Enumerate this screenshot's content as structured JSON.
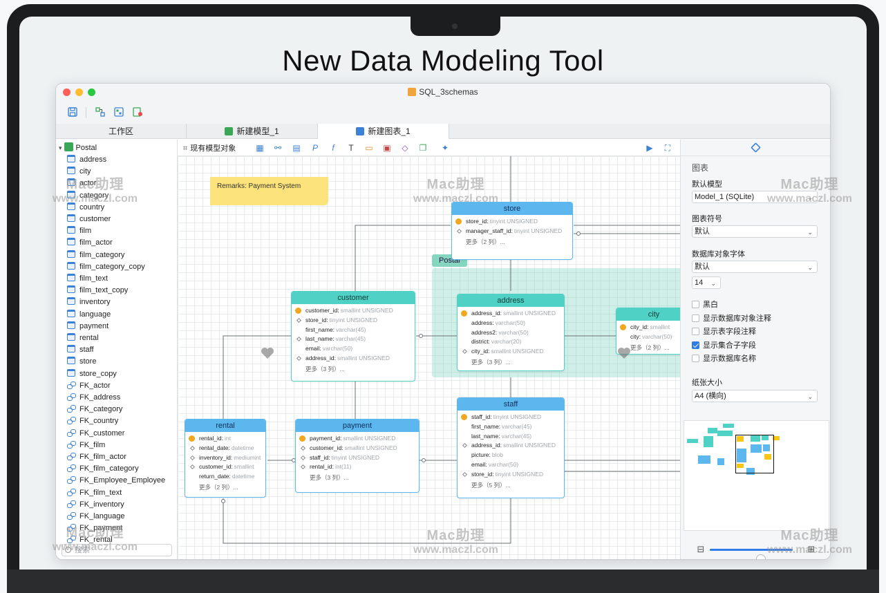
{
  "promo": {
    "title": "New Data Modeling Tool"
  },
  "window": {
    "title": "SQL_3schemas"
  },
  "tabs": [
    {
      "label": "工作区"
    },
    {
      "label": "新建模型_1"
    },
    {
      "label": "新建图表_1"
    }
  ],
  "sidebar": {
    "root": "Postal",
    "items": [
      {
        "label": "address",
        "kind": "table"
      },
      {
        "label": "city",
        "kind": "table"
      },
      {
        "label": "actor",
        "kind": "table"
      },
      {
        "label": "category",
        "kind": "table"
      },
      {
        "label": "country",
        "kind": "table"
      },
      {
        "label": "customer",
        "kind": "table"
      },
      {
        "label": "film",
        "kind": "table"
      },
      {
        "label": "film_actor",
        "kind": "table"
      },
      {
        "label": "film_category",
        "kind": "table"
      },
      {
        "label": "film_category_copy",
        "kind": "table"
      },
      {
        "label": "film_text",
        "kind": "table"
      },
      {
        "label": "film_text_copy",
        "kind": "table"
      },
      {
        "label": "inventory",
        "kind": "table"
      },
      {
        "label": "language",
        "kind": "table"
      },
      {
        "label": "payment",
        "kind": "table"
      },
      {
        "label": "rental",
        "kind": "table"
      },
      {
        "label": "staff",
        "kind": "table"
      },
      {
        "label": "store",
        "kind": "table"
      },
      {
        "label": "store_copy",
        "kind": "table"
      },
      {
        "label": "FK_actor",
        "kind": "fk"
      },
      {
        "label": "FK_address",
        "kind": "fk"
      },
      {
        "label": "FK_category",
        "kind": "fk"
      },
      {
        "label": "FK_country",
        "kind": "fk"
      },
      {
        "label": "FK_customer",
        "kind": "fk"
      },
      {
        "label": "FK_film",
        "kind": "fk"
      },
      {
        "label": "FK_film_actor",
        "kind": "fk"
      },
      {
        "label": "FK_film_category",
        "kind": "fk"
      },
      {
        "label": "FK_Employee_Employee",
        "kind": "fk"
      },
      {
        "label": "FK_film_text",
        "kind": "fk"
      },
      {
        "label": "FK_inventory",
        "kind": "fk"
      },
      {
        "label": "FK_language",
        "kind": "fk"
      },
      {
        "label": "FK_payment",
        "kind": "fk"
      },
      {
        "label": "FK_rental",
        "kind": "fk"
      }
    ],
    "search_placeholder": "搜索"
  },
  "canvas_toolbar": {
    "existing_model": "现有模型对象"
  },
  "note": {
    "text": "Remarks: Payment System"
  },
  "group": {
    "label": "Postal"
  },
  "entities": {
    "store": {
      "name": "store",
      "cols": [
        {
          "name": "store_id:",
          "type": "tinyint UNSIGNED",
          "key": "pk"
        },
        {
          "name": "manager_staff_id:",
          "type": "tinyint UNSIGNED",
          "key": "fk"
        }
      ],
      "more": "更多（2 列）..."
    },
    "customer": {
      "name": "customer",
      "cols": [
        {
          "name": "customer_id:",
          "type": "smallint UNSIGNED",
          "key": "pk"
        },
        {
          "name": "store_id:",
          "type": "tinyint UNSIGNED",
          "key": "fk"
        },
        {
          "name": "first_name:",
          "type": "varchar(45)",
          "key": ""
        },
        {
          "name": "last_name:",
          "type": "varchar(45)",
          "key": "fk"
        },
        {
          "name": "email:",
          "type": "varchar(50)",
          "key": ""
        },
        {
          "name": "address_id:",
          "type": "smallint UNSIGNED",
          "key": "fk"
        }
      ],
      "more": "更多（3 列）..."
    },
    "address": {
      "name": "address",
      "cols": [
        {
          "name": "address_id:",
          "type": "smallint UNSIGNED",
          "key": "pk"
        },
        {
          "name": "address:",
          "type": "varchar(50)",
          "key": ""
        },
        {
          "name": "address2:",
          "type": "varchar(50)",
          "key": ""
        },
        {
          "name": "district:",
          "type": "varchar(20)",
          "key": ""
        },
        {
          "name": "city_id:",
          "type": "smallint UNSIGNED",
          "key": "fk"
        }
      ],
      "more": "更多（3 列）..."
    },
    "city": {
      "name": "city",
      "cols": [
        {
          "name": "city_id:",
          "type": "smallint",
          "key": "pk"
        },
        {
          "name": "city:",
          "type": "varchar(50)",
          "key": ""
        }
      ],
      "more": "更多（2 列）..."
    },
    "rental": {
      "name": "rental",
      "cols": [
        {
          "name": "rental_id:",
          "type": "int",
          "key": "pk"
        },
        {
          "name": "rental_date:",
          "type": "datetime",
          "key": "fk"
        },
        {
          "name": "inventory_id:",
          "type": "mediumint",
          "key": "fk"
        },
        {
          "name": "customer_id:",
          "type": "smallint",
          "key": "fk"
        },
        {
          "name": "return_date:",
          "type": "datetime",
          "key": ""
        }
      ],
      "more": "更多（2 列）..."
    },
    "payment": {
      "name": "payment",
      "cols": [
        {
          "name": "payment_id:",
          "type": "smallint UNSIGNED",
          "key": "pk"
        },
        {
          "name": "customer_id:",
          "type": "smallint UNSIGNED",
          "key": "fk"
        },
        {
          "name": "staff_id:",
          "type": "tinyint UNSIGNED",
          "key": "fk"
        },
        {
          "name": "rental_id:",
          "type": "int(11)",
          "key": "fk"
        }
      ],
      "more": "更多（3 列）..."
    },
    "staff": {
      "name": "staff",
      "cols": [
        {
          "name": "staff_id:",
          "type": "tinyint UNSIGNED",
          "key": "pk"
        },
        {
          "name": "first_name:",
          "type": "varchar(45)",
          "key": ""
        },
        {
          "name": "last_name:",
          "type": "varchar(45)",
          "key": ""
        },
        {
          "name": "address_id:",
          "type": "smallint UNSIGNED",
          "key": "fk"
        },
        {
          "name": "picture:",
          "type": "blob",
          "key": ""
        },
        {
          "name": "email:",
          "type": "varchar(50)",
          "key": ""
        },
        {
          "name": "store_id:",
          "type": "tinyint UNSIGNED",
          "key": "fk"
        }
      ],
      "more": "更多（5 列）..."
    }
  },
  "panel": {
    "heading": "图表",
    "default_model_label": "默认模型",
    "default_model_value": "Model_1 (SQLite)",
    "notation_label": "图表符号",
    "notation_value": "默认",
    "font_label": "数据库对象字体",
    "font_value": "默认",
    "font_size": "14",
    "checks": [
      {
        "label": "黑白",
        "checked": false
      },
      {
        "label": "显示数据库对象注释",
        "checked": false
      },
      {
        "label": "显示表字段注释",
        "checked": false
      },
      {
        "label": "显示集合子字段",
        "checked": true
      },
      {
        "label": "显示数据库名称",
        "checked": false
      }
    ],
    "paper_label": "纸张大小",
    "paper_value": "A4 (横向)",
    "zoom": 0.62
  },
  "watermark": {
    "name": "Mac助理",
    "url": "www.maczl.com"
  },
  "colors": {
    "entity_blue": "#5cb7ef",
    "entity_teal": "#4fd1c5",
    "note": "#fbe27a",
    "accent": "#2f7bea"
  }
}
